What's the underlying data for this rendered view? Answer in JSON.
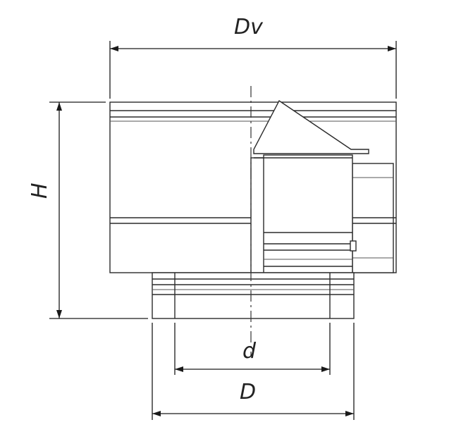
{
  "labels": {
    "dv": "Dv",
    "h": "H",
    "d_small": "d",
    "d_large": "D"
  },
  "colors": {
    "line": "#2b2b2b",
    "background": "#ffffff"
  }
}
